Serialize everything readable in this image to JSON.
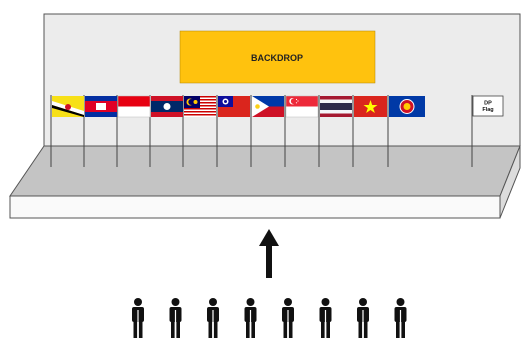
{
  "backdrop": {
    "label": "BACKDROP",
    "color": "#ffc20e"
  },
  "stage": {
    "wall_color": "#ececec",
    "floor_color": "#c4c4c4",
    "front_color": "#fafafa",
    "line_color": "#555555"
  },
  "flags": [
    {
      "country": "Brunei",
      "icon": "brunei-flag-icon"
    },
    {
      "country": "Cambodia",
      "icon": "cambodia-flag-icon"
    },
    {
      "country": "Indonesia",
      "icon": "indonesia-flag-icon"
    },
    {
      "country": "Laos",
      "icon": "laos-flag-icon"
    },
    {
      "country": "Malaysia",
      "icon": "malaysia-flag-icon"
    },
    {
      "country": "Myanmar",
      "icon": "myanmar-flag-icon"
    },
    {
      "country": "Philippines",
      "icon": "philippines-flag-icon"
    },
    {
      "country": "Singapore",
      "icon": "singapore-flag-icon"
    },
    {
      "country": "Thailand",
      "icon": "thailand-flag-icon"
    },
    {
      "country": "Vietnam",
      "icon": "vietnam-flag-icon"
    },
    {
      "country": "ASEAN",
      "icon": "asean-flag-icon"
    }
  ],
  "dp_flag": {
    "line1": "DP",
    "line2": "Flag"
  },
  "arrow": {
    "icon": "up-arrow-icon",
    "color": "#111111"
  },
  "audience": {
    "count": 8,
    "icon": "person-icon",
    "color": "#111111"
  }
}
